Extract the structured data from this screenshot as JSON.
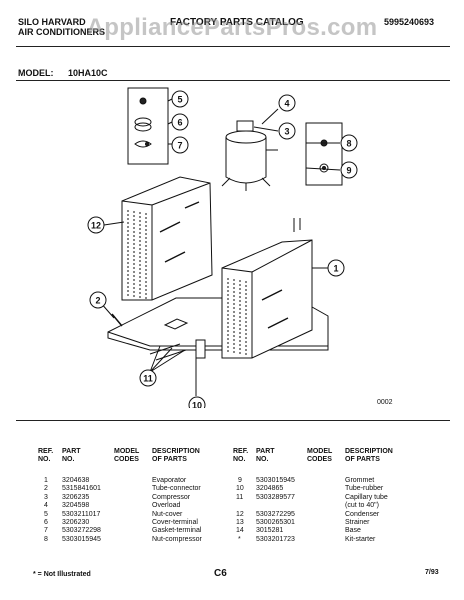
{
  "header": {
    "brand_line1": "SILO HARVARD",
    "brand_line2": "AIR CONDITIONERS",
    "catalog_title": "FACTORY PARTS CATALOG",
    "catalog_number": "5995240693",
    "watermark": "AppliancePartsPros.com",
    "model_label": "MODEL:",
    "model_value": "10HA10C"
  },
  "diagram": {
    "callouts": [
      "1",
      "2",
      "3",
      "4",
      "5",
      "6",
      "7",
      "8",
      "9",
      "10",
      "11",
      "12"
    ],
    "figure_code": "0002"
  },
  "table": {
    "headers": {
      "ref": "REF. NO.",
      "part": "PART NO.",
      "model": "MODEL CODES",
      "desc": "DESCRIPTION OF PARTS"
    },
    "left_rows": [
      {
        "ref": "1",
        "part": "3204638",
        "desc": "Evaporator"
      },
      {
        "ref": "2",
        "part": "5315841601",
        "desc": "Tube-connector"
      },
      {
        "ref": "3",
        "part": "3206235",
        "desc": "Compressor"
      },
      {
        "ref": "4",
        "part": "3204598",
        "desc": "Overload"
      },
      {
        "ref": "5",
        "part": "5303211017",
        "desc": "Nut-cover"
      },
      {
        "ref": "6",
        "part": "3206230",
        "desc": "Cover-terminal"
      },
      {
        "ref": "7",
        "part": "5303272298",
        "desc": "Gasket-terminal"
      },
      {
        "ref": "8",
        "part": "5303015945",
        "desc": "Nut-compressor"
      }
    ],
    "right_rows": [
      {
        "ref": "9",
        "part": "5303015945",
        "desc": "Grommet"
      },
      {
        "ref": "10",
        "part": "3204865",
        "desc": "Tube-rubber"
      },
      {
        "ref": "11",
        "part": "5303289577",
        "desc": "Capillary tube"
      },
      {
        "ref": "",
        "part": "",
        "desc": "(cut to 40\")"
      },
      {
        "ref": "12",
        "part": "5303272295",
        "desc": "Condenser"
      },
      {
        "ref": "13",
        "part": "5300265301",
        "desc": "Strainer"
      },
      {
        "ref": "14",
        "part": "3015281",
        "desc": "Base"
      },
      {
        "ref": "*",
        "part": "5303201723",
        "desc": "Kit-starter"
      }
    ]
  },
  "footer": {
    "note": "* = Not Illustrated",
    "page": "C6",
    "date": "7/93"
  }
}
